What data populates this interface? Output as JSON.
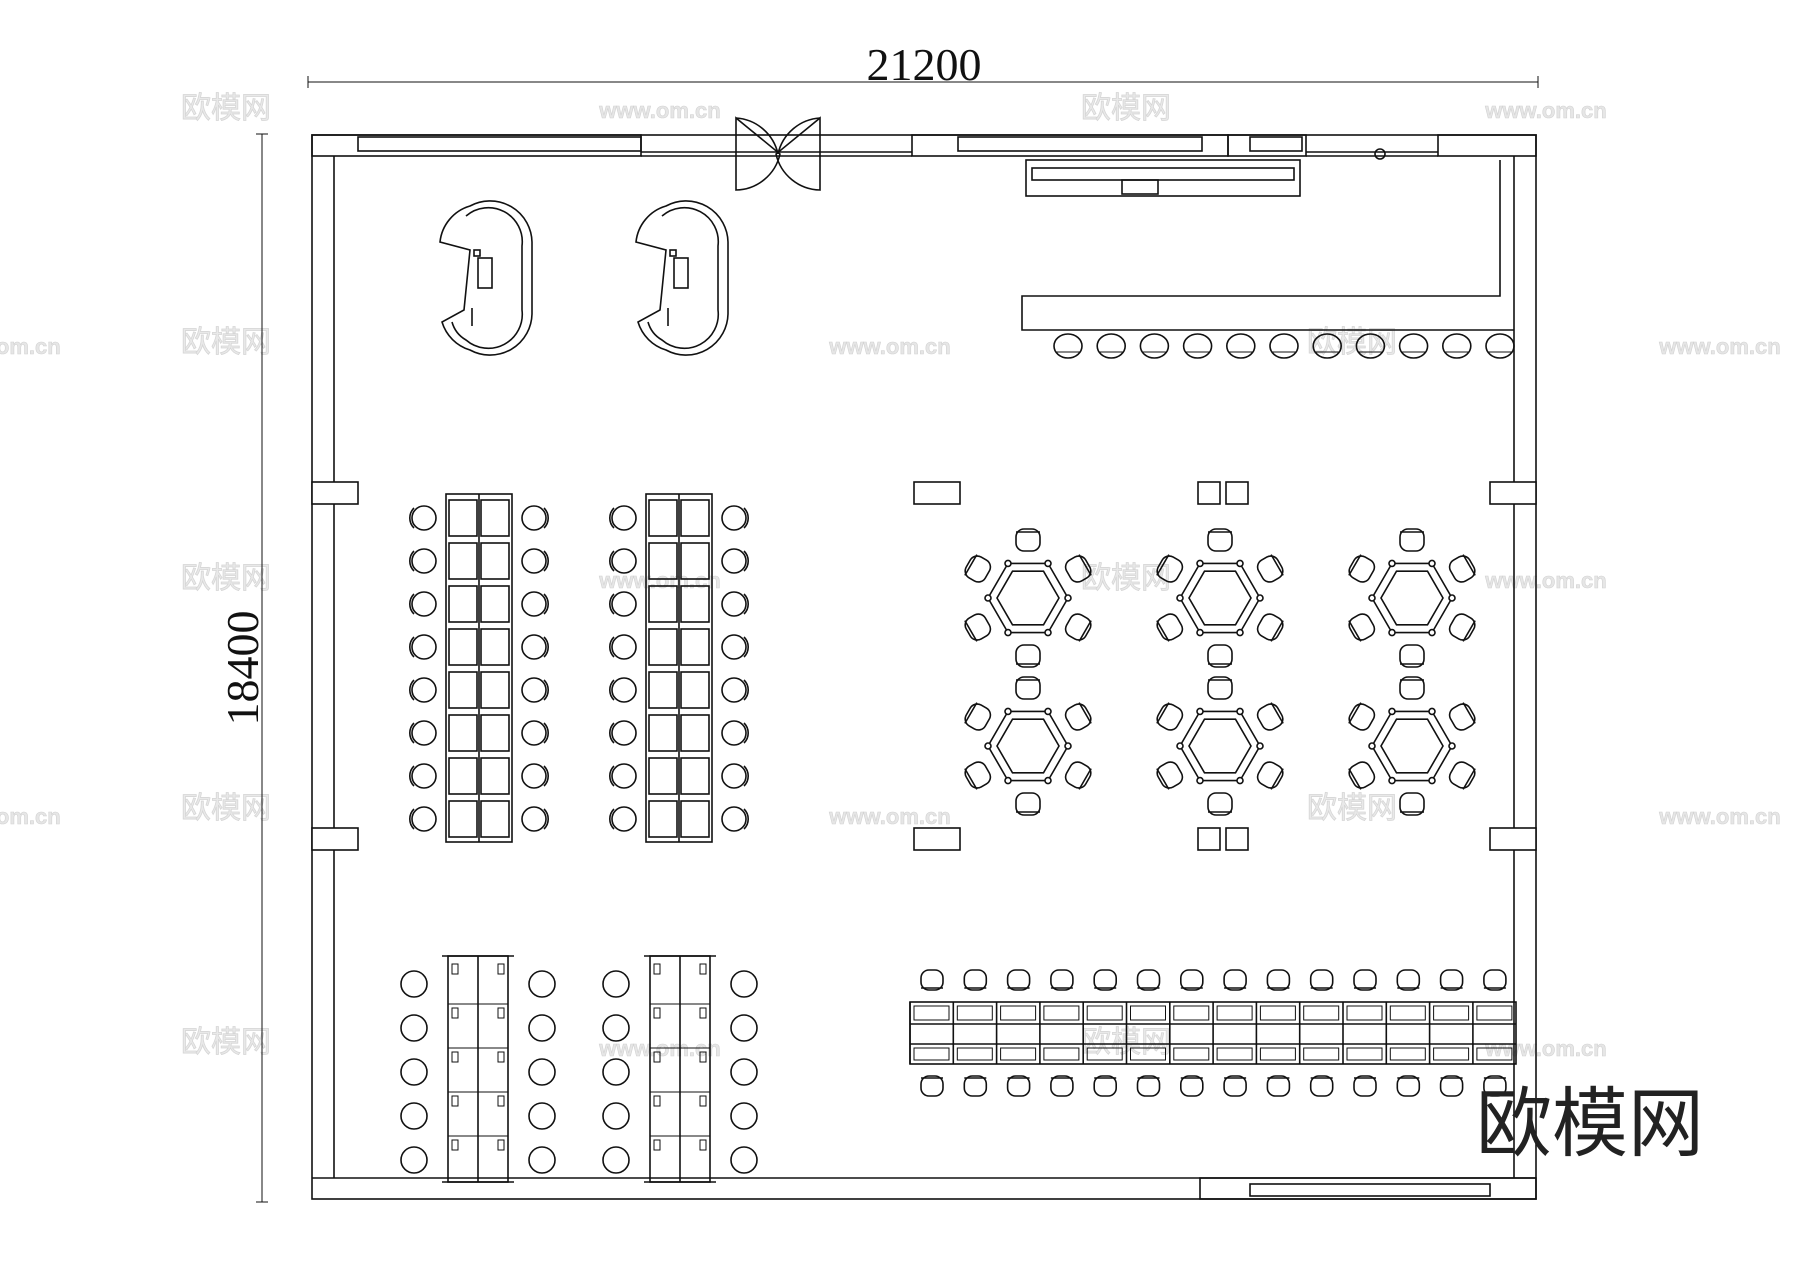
{
  "dimensions": {
    "width_label": "21200",
    "height_label": "18400"
  },
  "watermark": {
    "text": "欧模网",
    "url": "www.om.cn",
    "brand": "欧模网"
  },
  "furniture": {
    "hex_table_rows": 2,
    "hex_table_cols": 3,
    "bar_stools": 11,
    "long_desk_units": 14,
    "classroom_rows": 8
  }
}
